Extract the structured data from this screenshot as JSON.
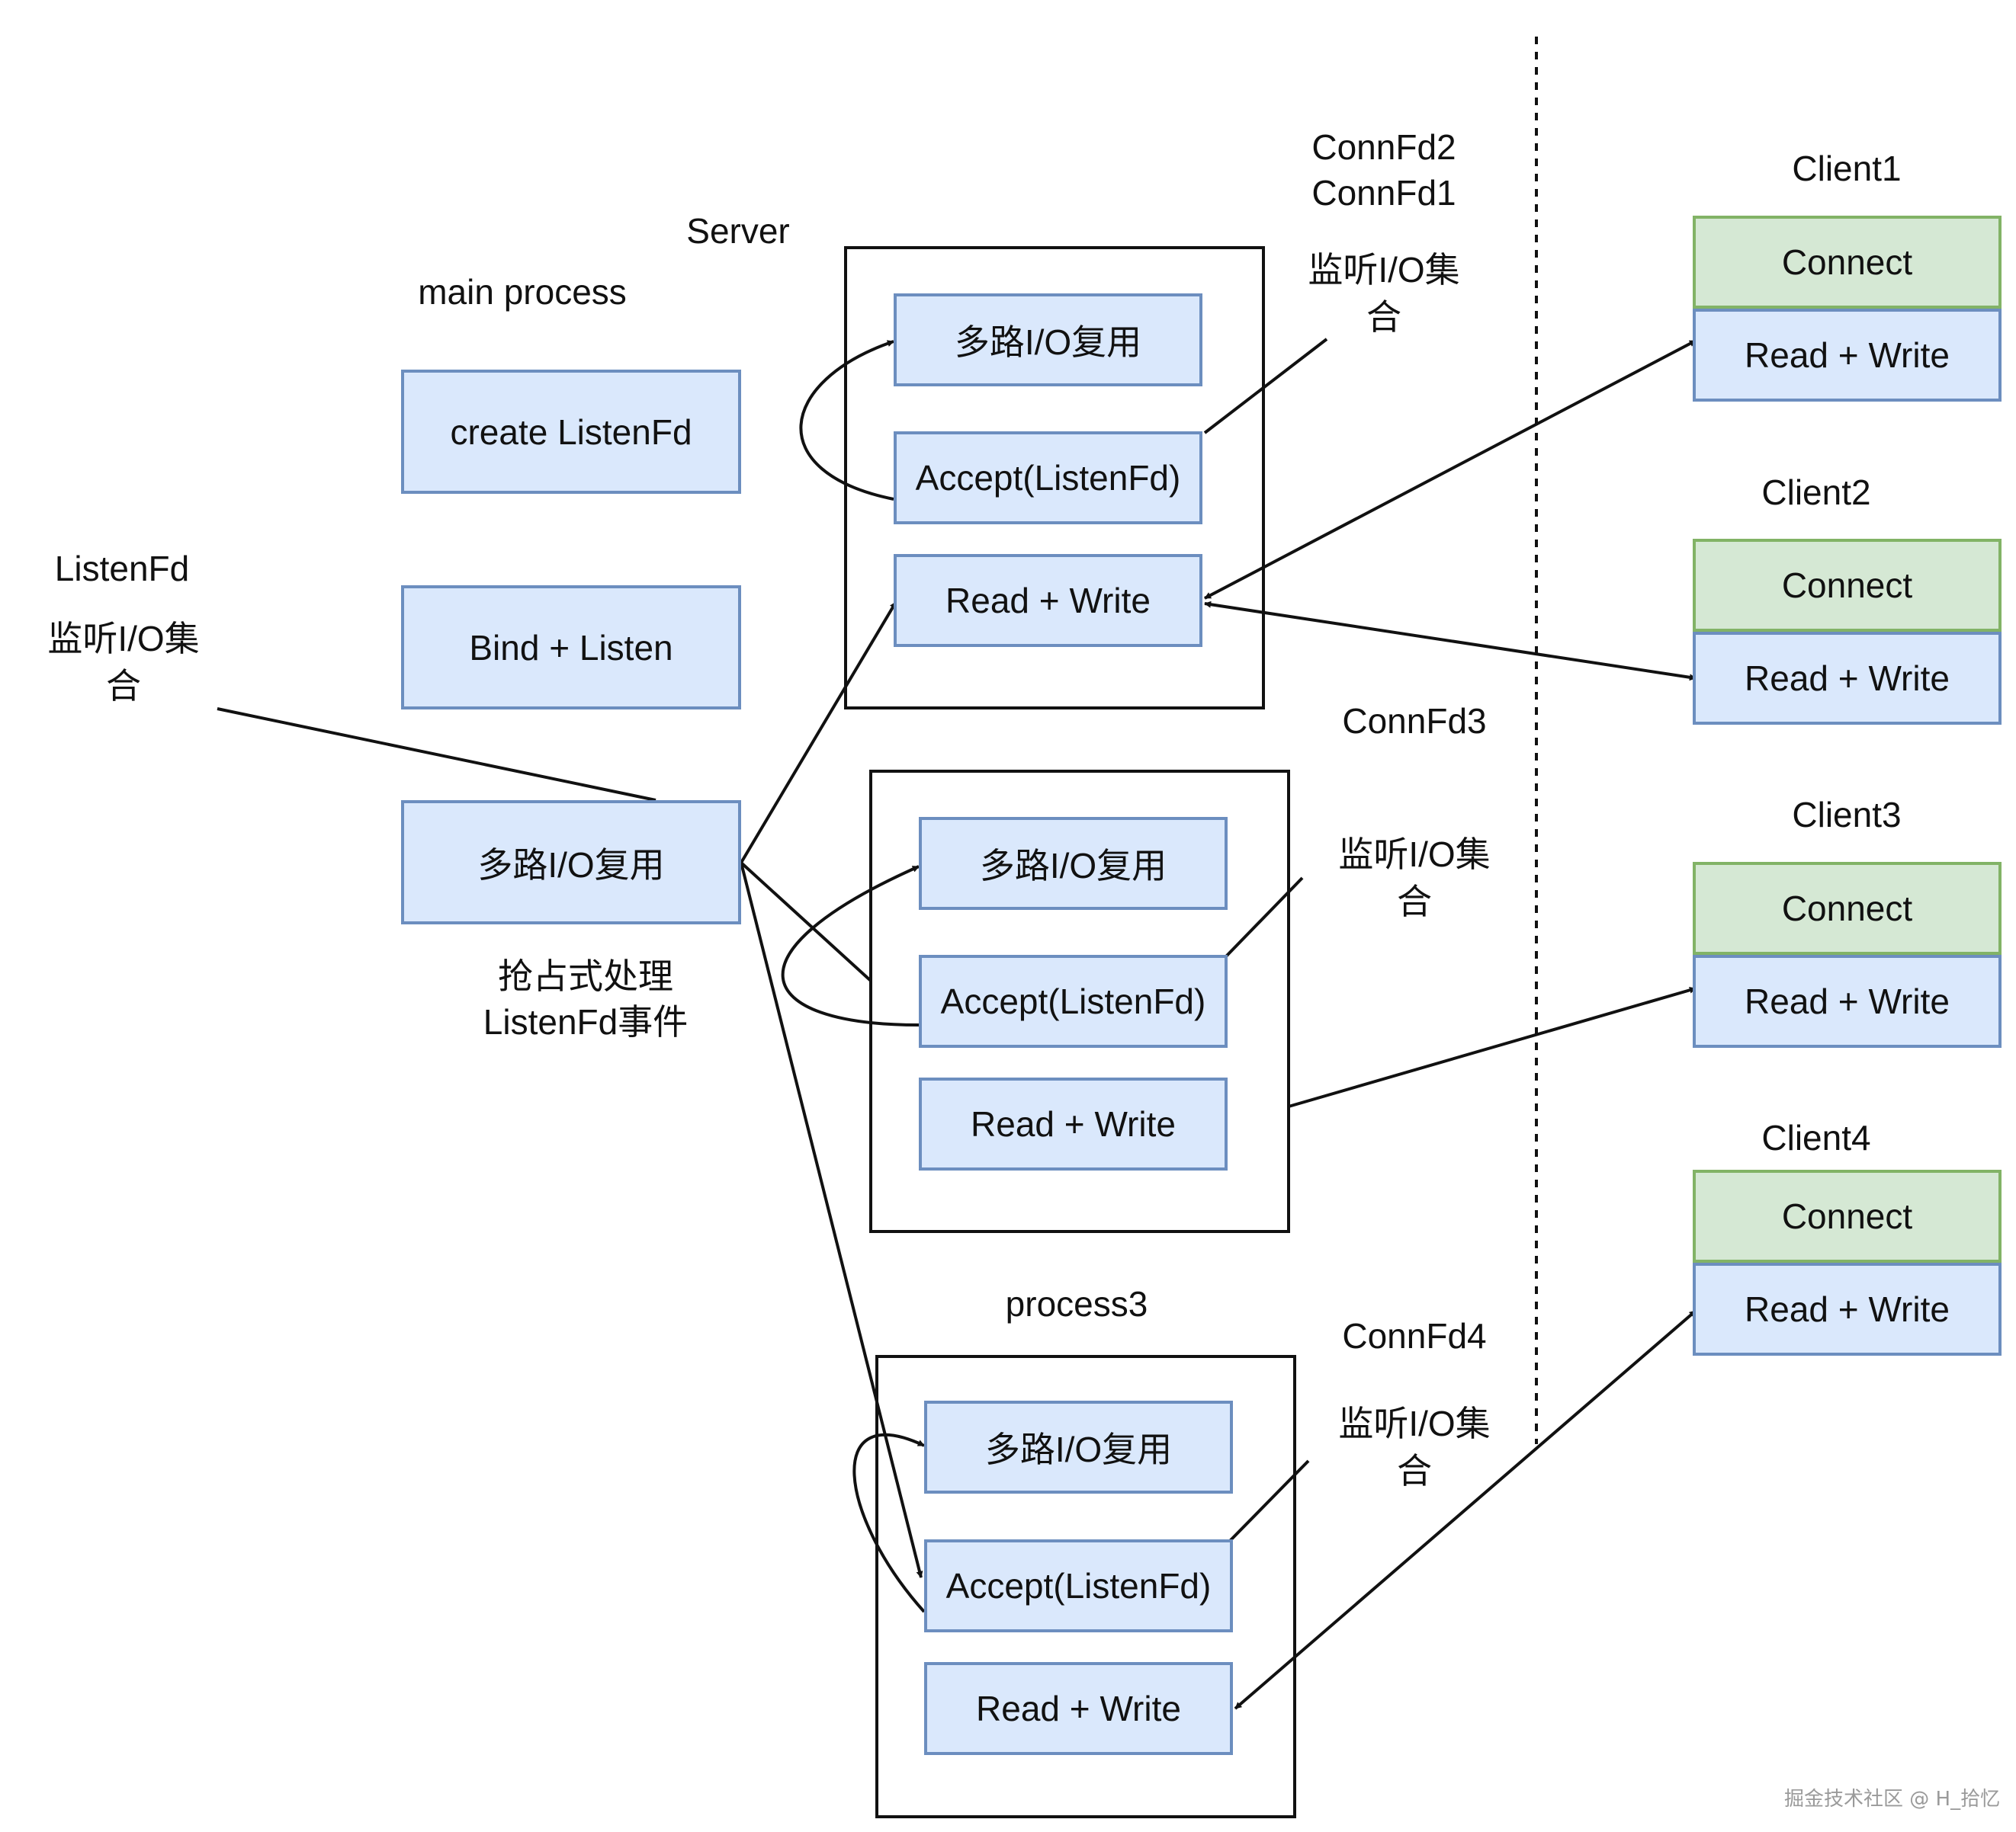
{
  "labels": {
    "server": "Server",
    "main_process": "main process",
    "process3": "process3",
    "listenfd_title": "ListenFd",
    "listen_set": "监听I/O集合",
    "connfd2": "ConnFd2",
    "connfd1": "ConnFd1",
    "connfd3": "ConnFd3",
    "connfd4": "ConnFd4",
    "preempt_line1": "抢占式处理",
    "preempt_line2": "ListenFd事件",
    "client1": "Client1",
    "client2": "Client2",
    "client3": "Client3",
    "client4": "Client4"
  },
  "main": {
    "create": "create ListenFd",
    "bind": "Bind + Listen",
    "mux": "多路I/O复用"
  },
  "process_box": {
    "mux": "多路I/O复用",
    "accept": "Accept(ListenFd)",
    "rw": "Read + Write"
  },
  "client_box": {
    "connect": "Connect",
    "rw": "Read + Write"
  },
  "colors": {
    "process_fill": "#dae8fc",
    "process_stroke": "#6c8ebf",
    "client_fill": "#d5e8d4",
    "client_stroke": "#82b366"
  },
  "watermark": "掘金技术社区 @ H_拾忆"
}
